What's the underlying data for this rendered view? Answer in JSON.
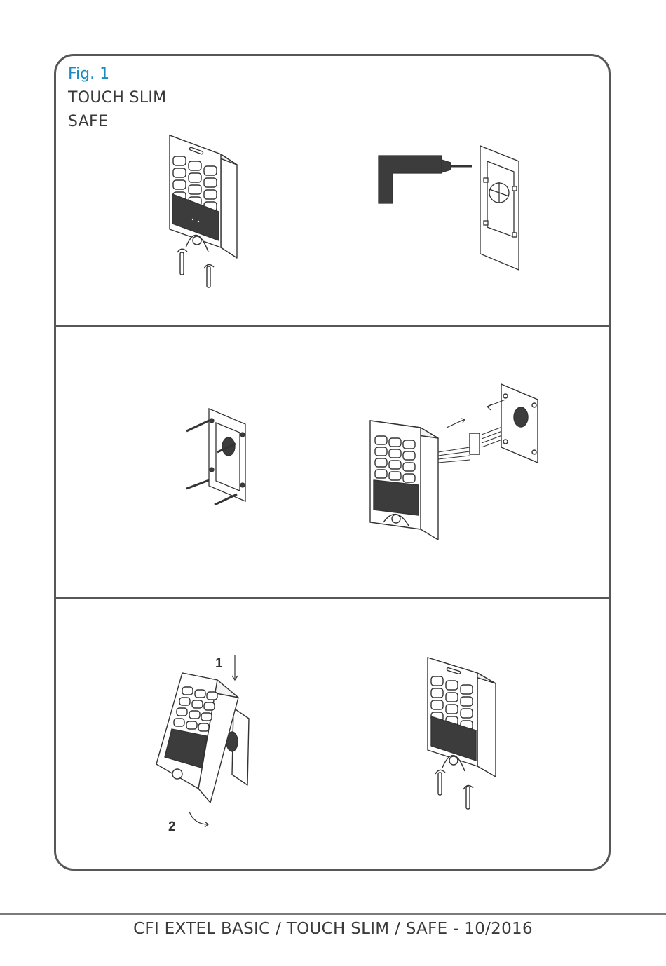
{
  "figure": {
    "label": "Fig. 1",
    "title_lines": [
      "TOUCH SLIM",
      "SAFE"
    ]
  },
  "steps": [
    {
      "number": "1"
    },
    {
      "number": "2"
    }
  ],
  "footer": {
    "text": "CFI EXTEL  BASIC / TOUCH SLIM / SAFE - 10/2016"
  },
  "colors": {
    "frame": "#575757",
    "accent_label": "#1a8bbf",
    "text": "#3a3a3a",
    "device_dark_panel": "#3c3c3c"
  },
  "icons": [
    "keypad-device-illustration",
    "drill-illustration",
    "mounting-plate-illustration",
    "screw-icon",
    "rotation-arrow-icon",
    "direction-arrow-icon",
    "connector-illustration"
  ]
}
